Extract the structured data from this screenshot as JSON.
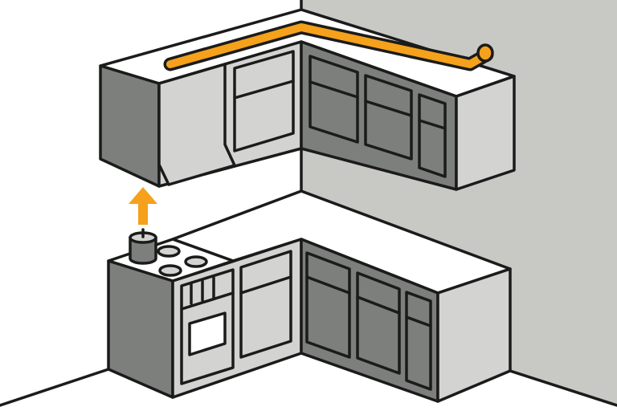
{
  "illustration": {
    "subject": "kitchen",
    "colors": {
      "outline": "#1b1b1b",
      "wall_right": "#c8c9c5",
      "wall_left": "#ffffff",
      "cabinet_light": "#d3d4d1",
      "cabinet_dark": "#7c7f7b",
      "accent": "#f5a11b"
    },
    "icons": [
      "upward-arrow",
      "candle",
      "duct-pipe"
    ]
  }
}
